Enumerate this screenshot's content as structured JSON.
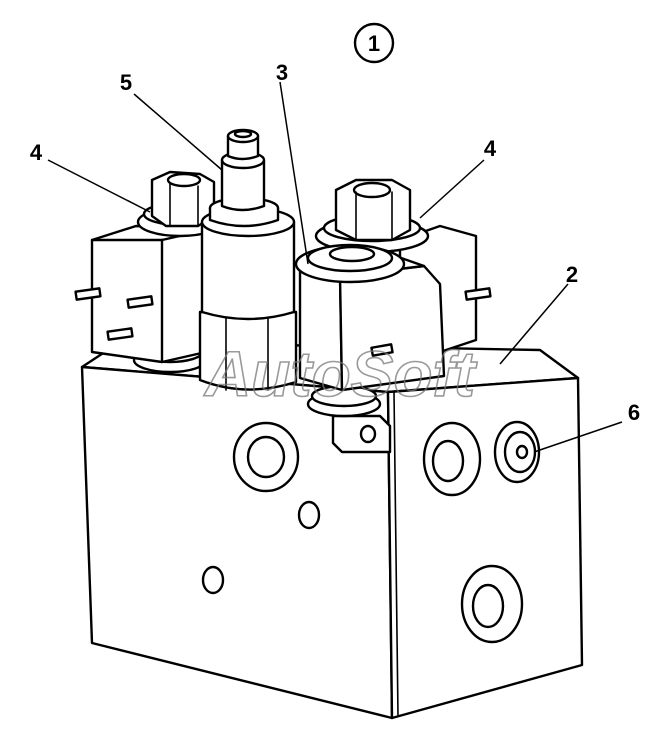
{
  "figure": {
    "number": "1"
  },
  "callouts": [
    {
      "id": "label-1",
      "text": "5"
    },
    {
      "id": "label-2",
      "text": "3"
    },
    {
      "id": "label-3",
      "text": "4"
    },
    {
      "id": "label-4",
      "text": "4"
    },
    {
      "id": "label-5",
      "text": "2"
    },
    {
      "id": "label-6",
      "text": "6"
    }
  ],
  "watermark": {
    "text": "AutoSoft",
    "color": "#777777"
  }
}
